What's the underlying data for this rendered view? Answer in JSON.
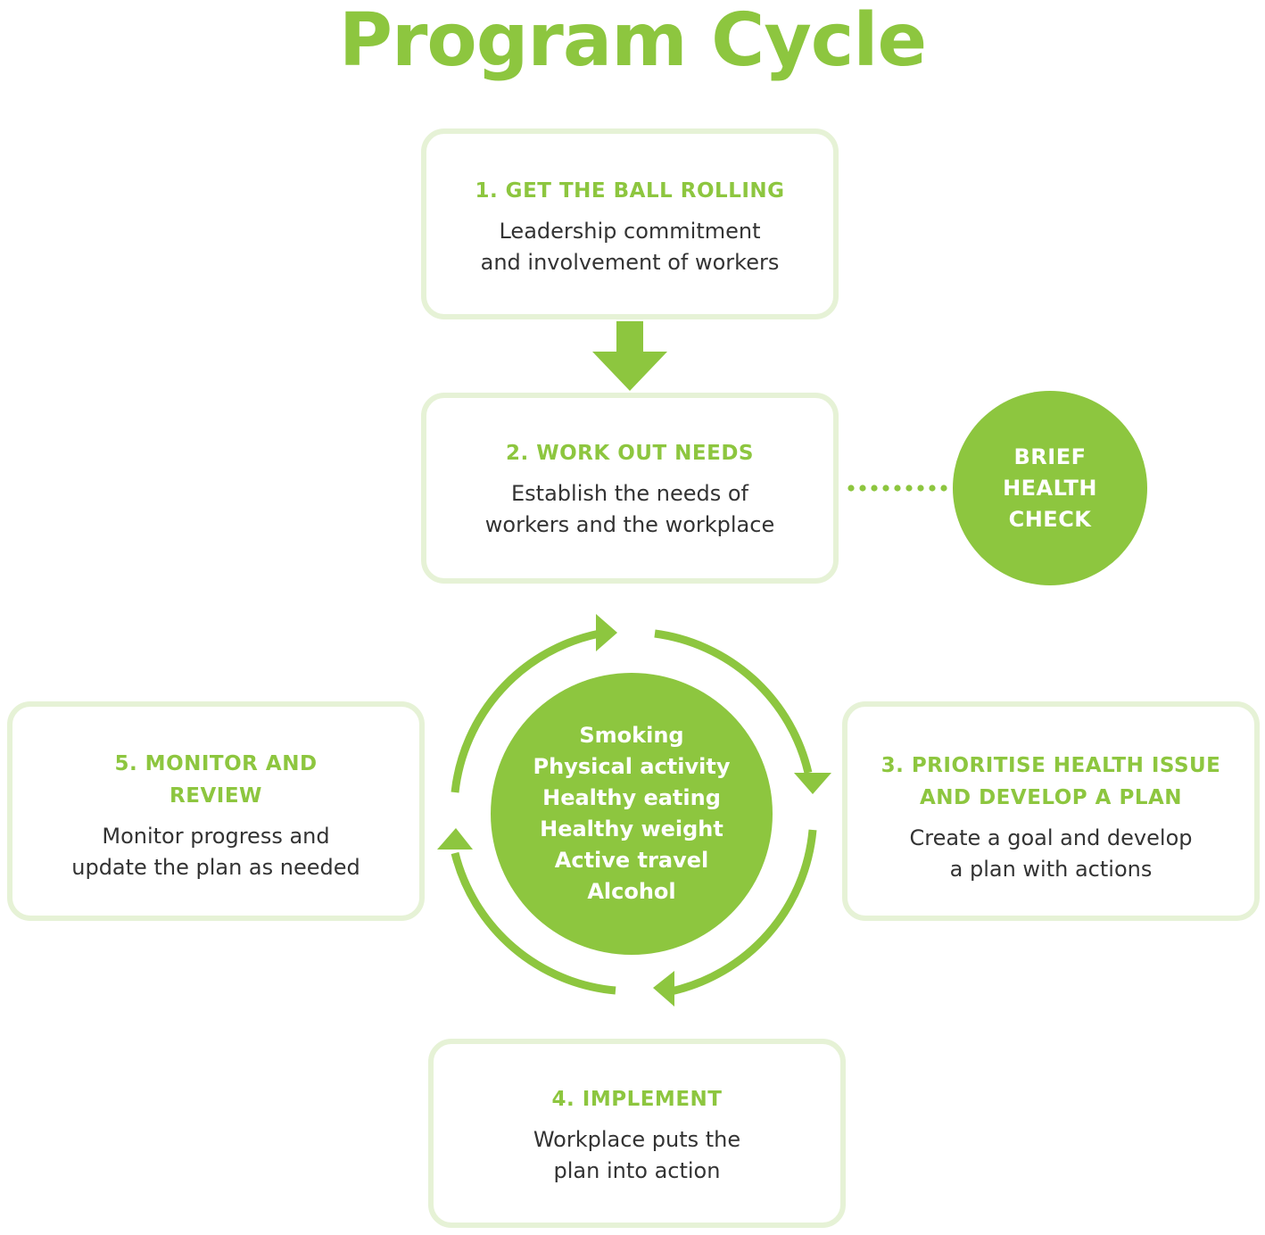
{
  "title": "Program Cycle",
  "steps": [
    {
      "heading": [
        "1. GET THE BALL ROLLING"
      ],
      "body": [
        "Leadership commitment",
        "and involvement of workers"
      ]
    },
    {
      "heading": [
        "2. WORK OUT NEEDS"
      ],
      "body": [
        "Establish the needs of",
        "workers and the workplace"
      ]
    },
    {
      "heading": [
        "3. PRIORITISE HEALTH ISSUE",
        "AND DEVELOP A PLAN"
      ],
      "body": [
        "Create a goal and develop",
        "a plan with actions"
      ]
    },
    {
      "heading": [
        "4. IMPLEMENT"
      ],
      "body": [
        "Workplace puts the",
        "plan into action"
      ]
    },
    {
      "heading": [
        "5. MONITOR AND",
        "REVIEW"
      ],
      "body": [
        "Monitor progress and",
        "update the plan as needed"
      ]
    }
  ],
  "health_check": [
    "BRIEF",
    "HEALTH",
    "CHECK"
  ],
  "focus_areas": [
    "Smoking",
    "Physical activity",
    "Healthy eating",
    "Healthy weight",
    "Active travel",
    "Alcohol"
  ],
  "colors": {
    "accent": "#8dc63f",
    "box_border": "#e6f2d6",
    "body_text": "#333333"
  }
}
